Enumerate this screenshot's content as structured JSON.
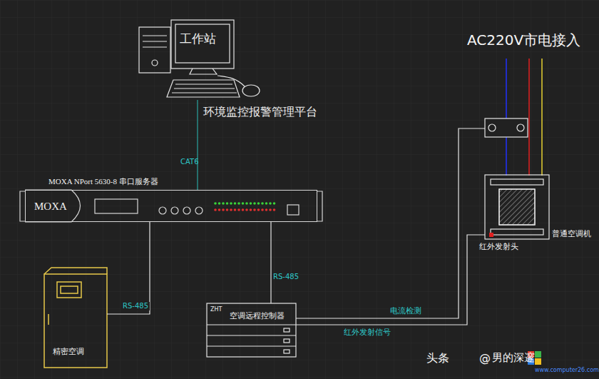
{
  "diagram": {
    "nodes": [
      {
        "text": [
          "工作站",
          "环境监控报警管理平台"
        ]
      },
      {
        "text": [
          "MOXA NPort 5630-8 串口服务器",
          "MOXA"
        ]
      },
      {
        "text": [
          "精密空调"
        ]
      },
      {
        "text": [
          "ZHT",
          "空调远程控制器"
        ]
      },
      {
        "text": [
          "普通空调机"
        ]
      }
    ],
    "edges": [
      {
        "from": 0,
        "to": 1,
        "label": "CAT6",
        "arrow": "none"
      },
      {
        "from": 1,
        "to": 2,
        "label": "RS-485",
        "arrow": "none"
      },
      {
        "from": 1,
        "to": 3,
        "label": "RS-485",
        "arrow": "none"
      },
      {
        "from": 3,
        "to": 4,
        "label": "红外发射信号",
        "arrow": "none"
      }
    ],
    "labels": [
      "AC220V市电接入",
      "电流检测",
      "红外发射头",
      "头条",
      "@",
      "男的深邃",
      "www.computer26.com"
    ]
  }
}
